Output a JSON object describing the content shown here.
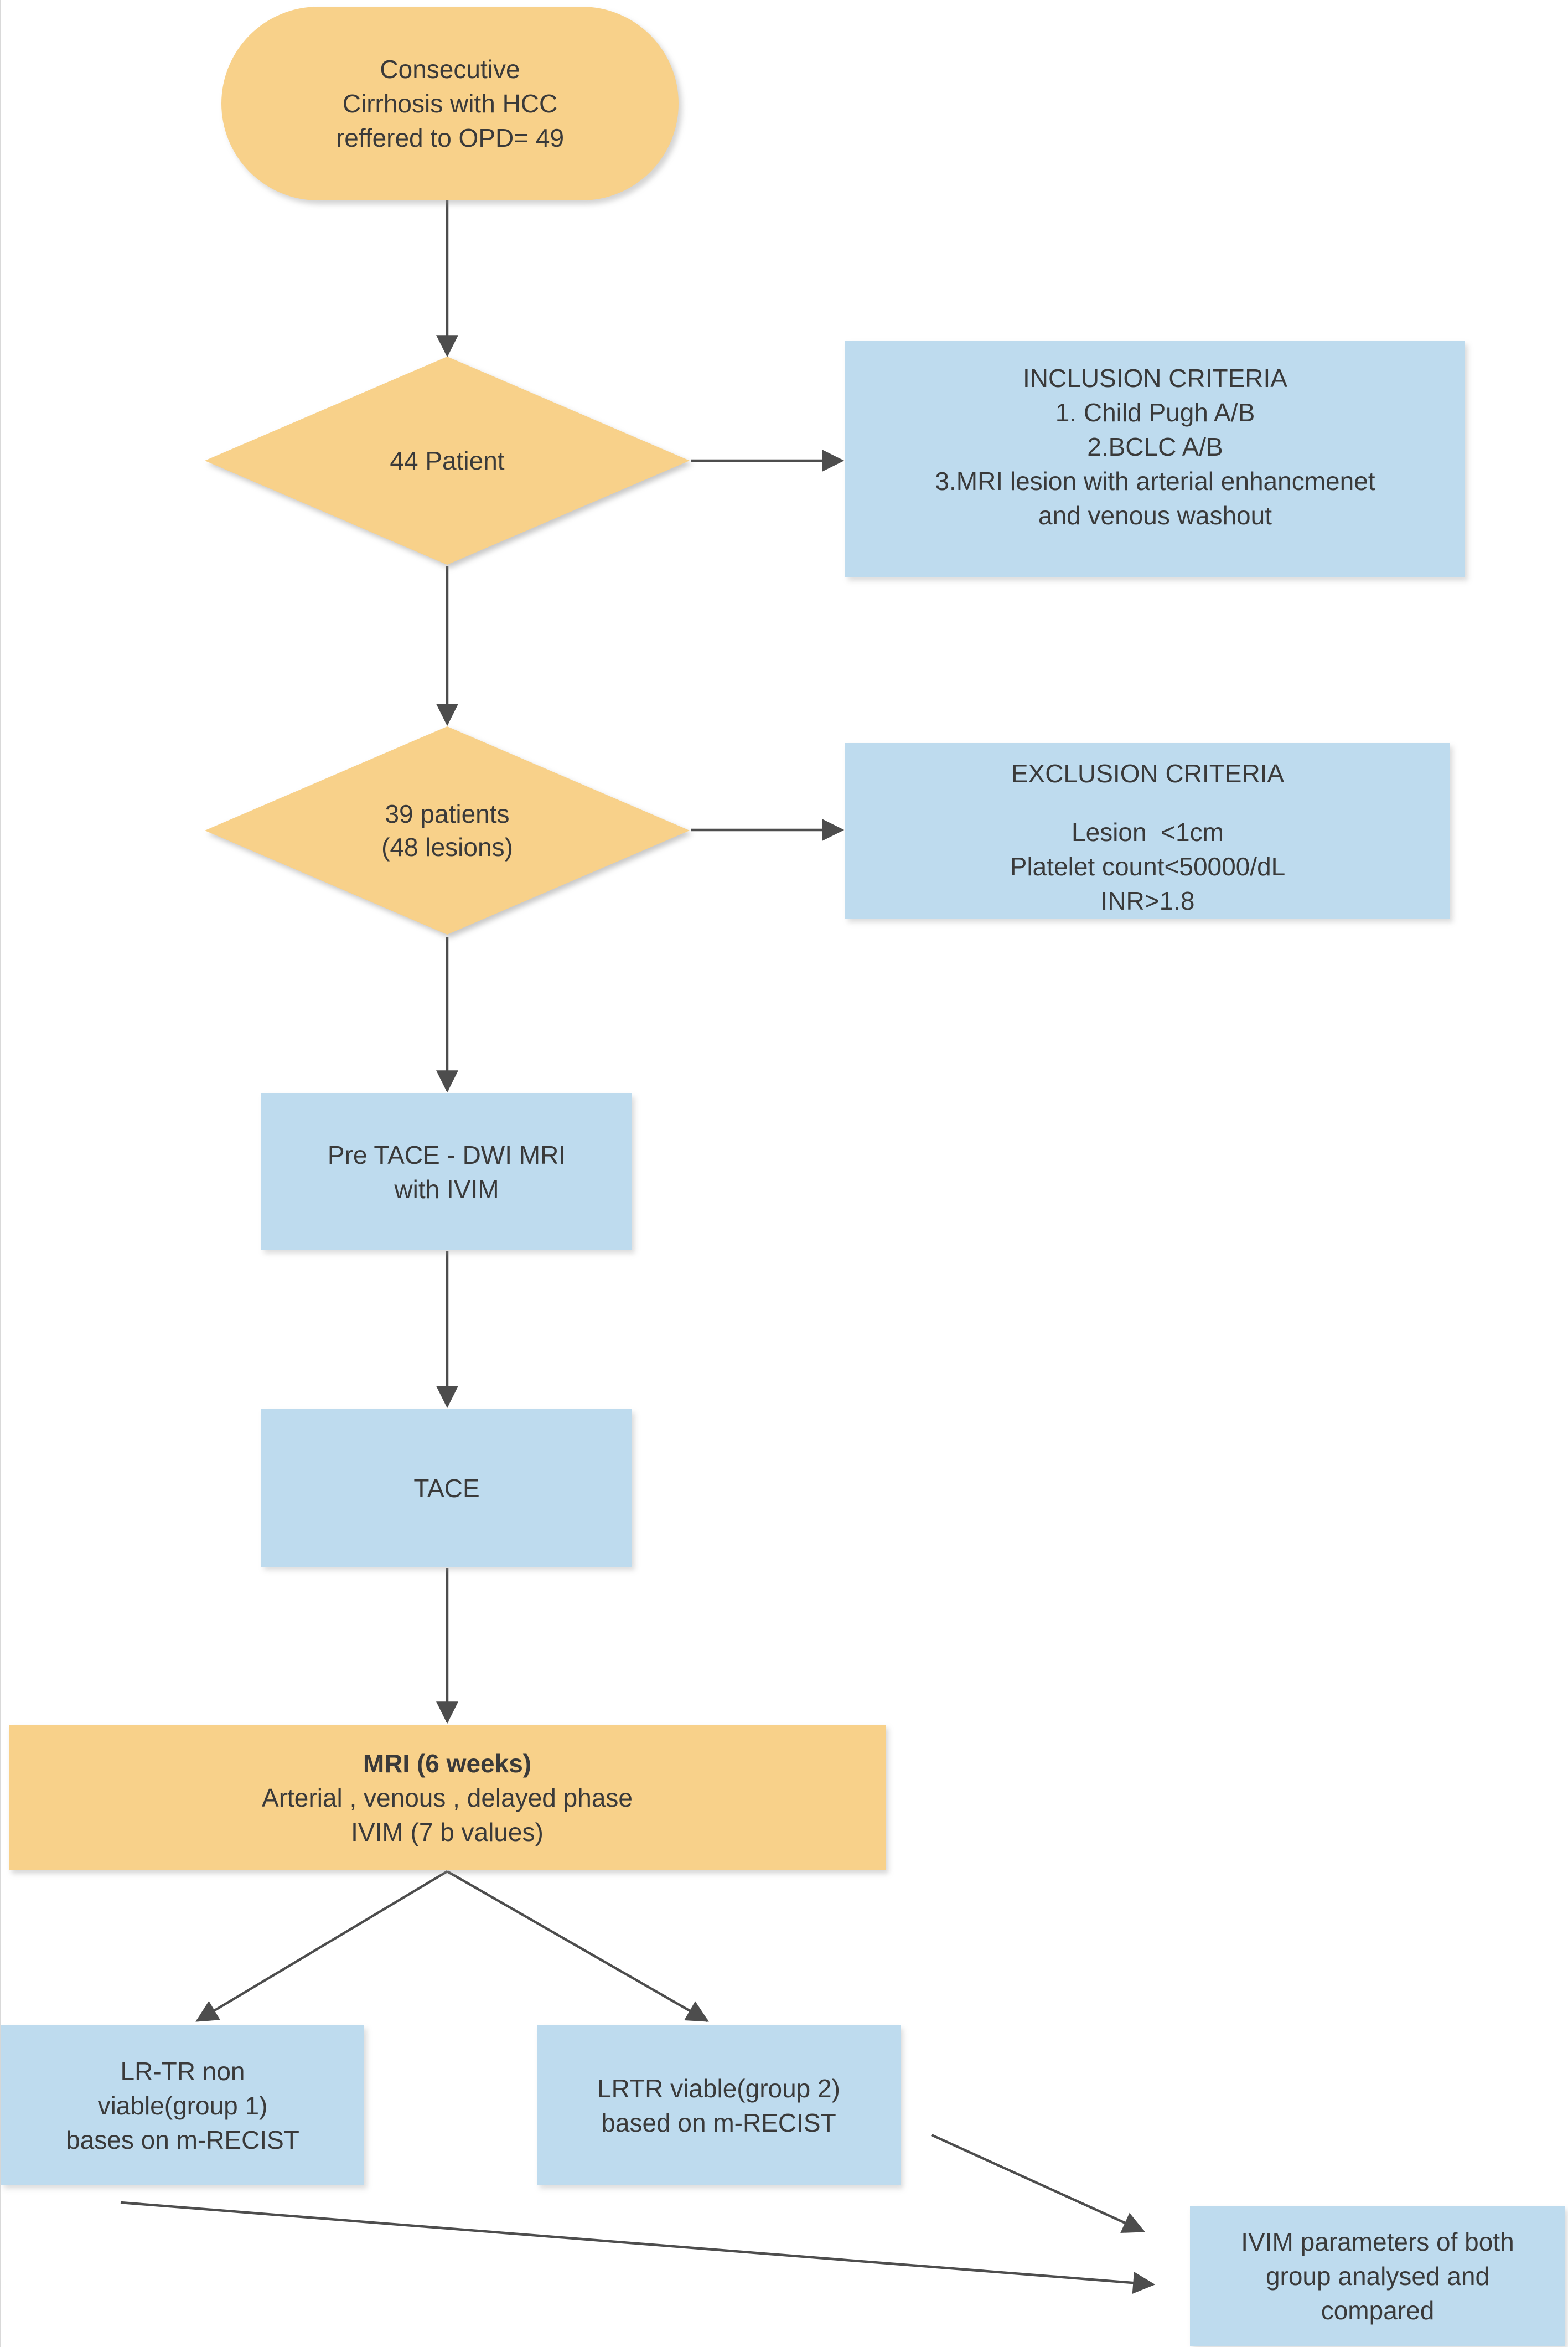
{
  "figure": {
    "type": "flowchart",
    "background_color": "#ffffff",
    "colors": {
      "terminator_fill": "#F8D18A",
      "process_fill": "#BEDBEE",
      "arrow": "#4d4d4d",
      "text": "#3a3a3a"
    },
    "nodes": {
      "start": {
        "shape": "rounded-terminator",
        "lines": [
          "Consecutive",
          "Cirrhosis with HCC",
          "reffered to OPD= 49"
        ]
      },
      "decision_44": {
        "shape": "diamond",
        "label": "44 Patient"
      },
      "inclusion": {
        "shape": "rectangle",
        "heading": "INCLUSION CRITERIA",
        "items": [
          "1. Child Pugh A/B",
          "2.BCLC A/B",
          "3.MRI lesion with arterial enhancmenet",
          "and venous washout"
        ]
      },
      "decision_39": {
        "shape": "diamond",
        "lines": [
          "39 patients",
          "(48 lesions)"
        ]
      },
      "exclusion": {
        "shape": "rectangle",
        "heading": "EXCLUSION CRITERIA",
        "items": [
          "Lesion  <1cm",
          "Platelet count<50000/dL",
          "INR>1.8"
        ]
      },
      "pre_tace": {
        "shape": "rectangle",
        "lines": [
          "Pre TACE - DWI MRI",
          "with IVIM"
        ]
      },
      "tace": {
        "shape": "rectangle",
        "label": "TACE"
      },
      "mri_6_weeks": {
        "shape": "rectangle",
        "heading": "MRI (6 weeks)",
        "lines": [
          "Arterial , venous , delayed phase",
          "IVIM (7 b values)"
        ]
      },
      "group1": {
        "shape": "rectangle",
        "lines": [
          "LR-TR non",
          "viable(group 1)",
          "bases on m-RECIST"
        ]
      },
      "group2": {
        "shape": "rectangle",
        "lines": [
          "LRTR viable(group 2)",
          "based on m-RECIST"
        ]
      },
      "outcome": {
        "shape": "rectangle",
        "lines": [
          "IVIM parameters of both",
          "group analysed and",
          "compared"
        ]
      }
    },
    "edges": [
      "start -> decision_44",
      "decision_44 -> inclusion",
      "decision_44 -> decision_39",
      "decision_39 -> exclusion",
      "decision_39 -> pre_tace",
      "pre_tace -> tace",
      "tace -> mri_6_weeks",
      "mri_6_weeks -> group1",
      "mri_6_weeks -> group2",
      "group2 -> outcome",
      "group1 -> outcome"
    ]
  }
}
